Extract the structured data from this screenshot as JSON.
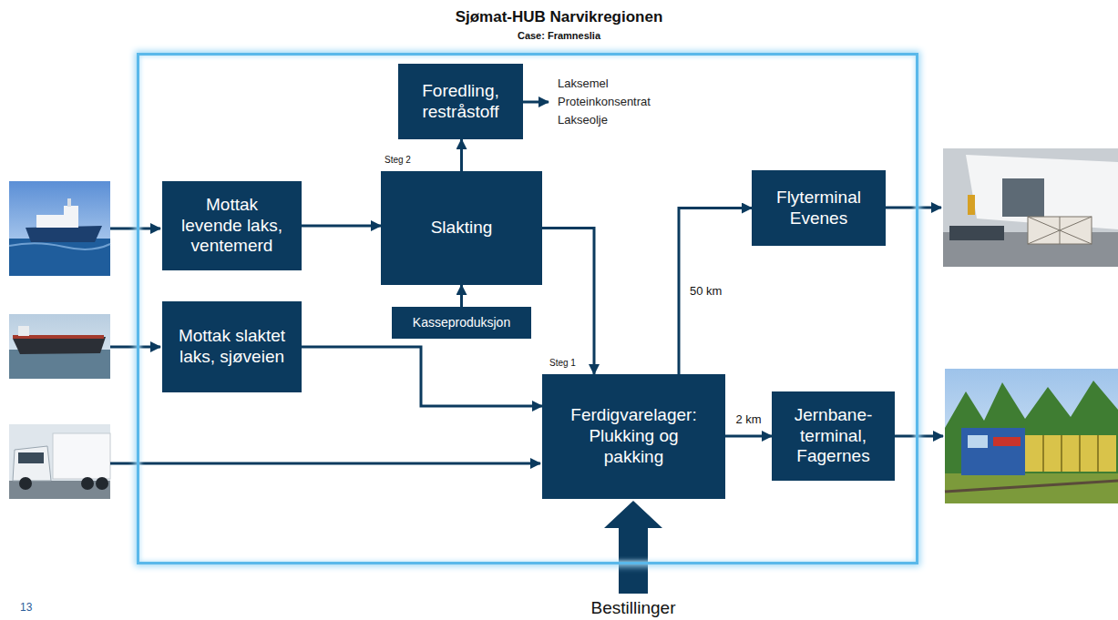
{
  "diagram": {
    "title": "Sjømat-HUB Narvikregionen",
    "nodes": [
      {
        "text": [
          "Mottak levende laks, ventemerd"
        ]
      },
      {
        "text": [
          "Slakting"
        ]
      },
      {
        "text": [
          "Foredling, restråstoff"
        ]
      },
      {
        "text": [
          "Kasseproduksjon"
        ]
      },
      {
        "text": [
          "Mottak slaktet laks, sjøveien"
        ]
      },
      {
        "text": [
          "Ferdigvarelager: Plukking og pakking"
        ]
      },
      {
        "text": [
          "Flyterminal Evenes"
        ]
      },
      {
        "text": [
          "Jernbane- terminal, Fagernes"
        ]
      }
    ],
    "edges": [
      {
        "from": 0,
        "to": 1,
        "arrow": "to"
      },
      {
        "from": 3,
        "to": 1,
        "arrow": "to"
      },
      {
        "from": 1,
        "to": 2,
        "arrow": "to"
      },
      {
        "from": 1,
        "to": 5,
        "arrow": "to"
      },
      {
        "from": 4,
        "to": 5,
        "arrow": "to"
      },
      {
        "from": 5,
        "to": 6,
        "label": "50 km",
        "arrow": "to"
      },
      {
        "from": 5,
        "to": 7,
        "label": "2 km",
        "arrow": "to"
      }
    ],
    "labels": [
      "Case: Framneslia",
      "Steg 2",
      "Steg 1",
      "Laksemel",
      "Proteinkonsentrat",
      "Lakseolje",
      "Bestillinger",
      "13"
    ]
  }
}
